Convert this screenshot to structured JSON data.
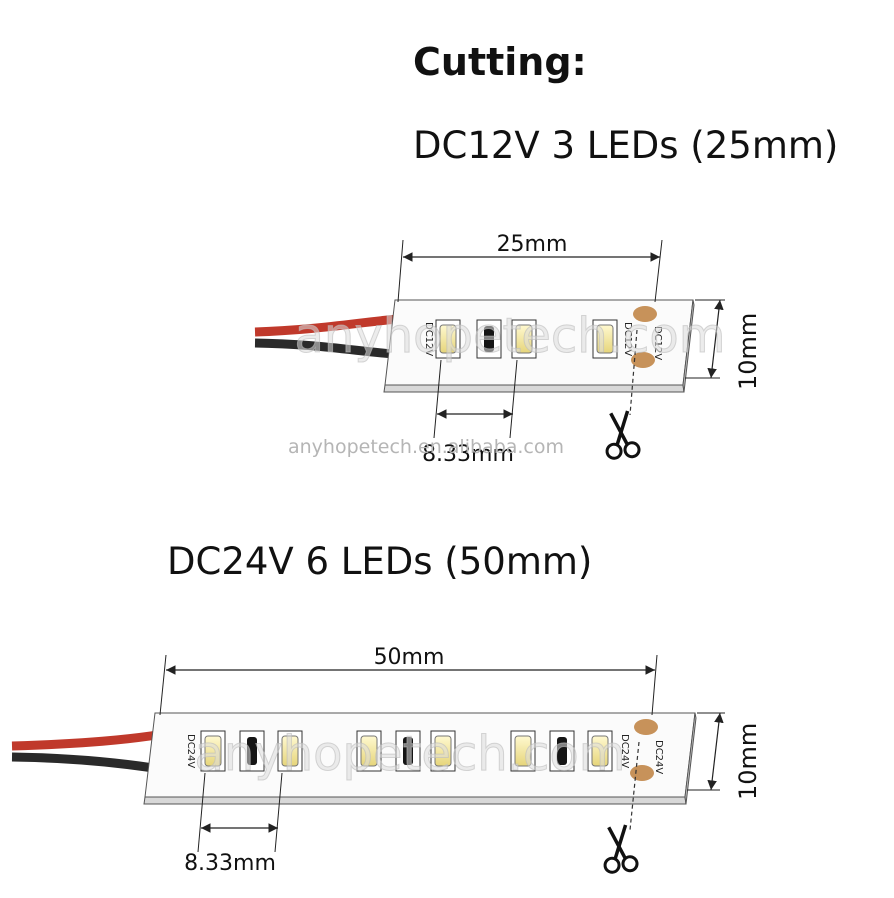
{
  "heading": "Cutting:",
  "watermark_main": "anyhopetech.com",
  "watermark_small": "anyhopetech.en.alibaba.com",
  "strip1": {
    "title": "DC12V 3 LEDs (25mm)",
    "length_label": "25mm",
    "width_label": "10mm",
    "pitch_label": "8.33mm",
    "voltage_text": "DC12V"
  },
  "strip2": {
    "title": "DC24V 6 LEDs (50mm)",
    "length_label": "50mm",
    "width_label": "10mm",
    "pitch_label": "8.33mm",
    "voltage_text": "DC24V"
  },
  "icons": [
    "scissors-icon"
  ]
}
